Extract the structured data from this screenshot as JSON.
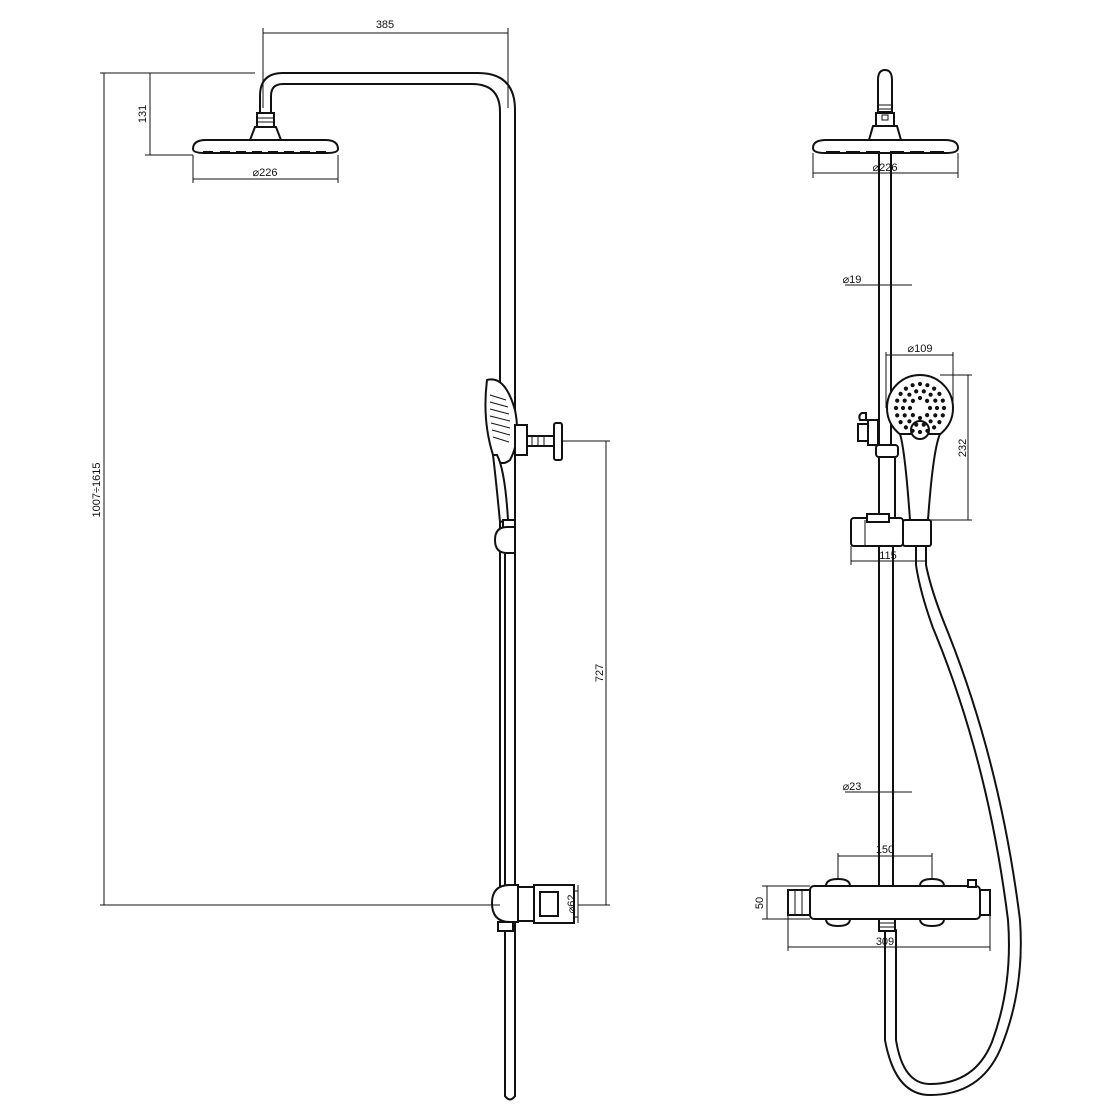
{
  "side_view": {
    "dim_arm_length": "385",
    "dim_head_drop": "131",
    "dim_head_diameter": "⌀226",
    "dim_height_range": "1007÷1615",
    "dim_hand_shower_height": "727",
    "dim_outlet_diameter": "⌀62"
  },
  "front_view": {
    "dim_head_diameter": "⌀226",
    "dim_upper_rail": "⌀19",
    "dim_hand_head": "⌀109",
    "dim_hand_length": "232",
    "dim_holder_offset": "115",
    "dim_lower_rail": "⌀23",
    "dim_valve_centers": "150",
    "dim_valve_height": "50",
    "dim_valve_width": "309"
  }
}
